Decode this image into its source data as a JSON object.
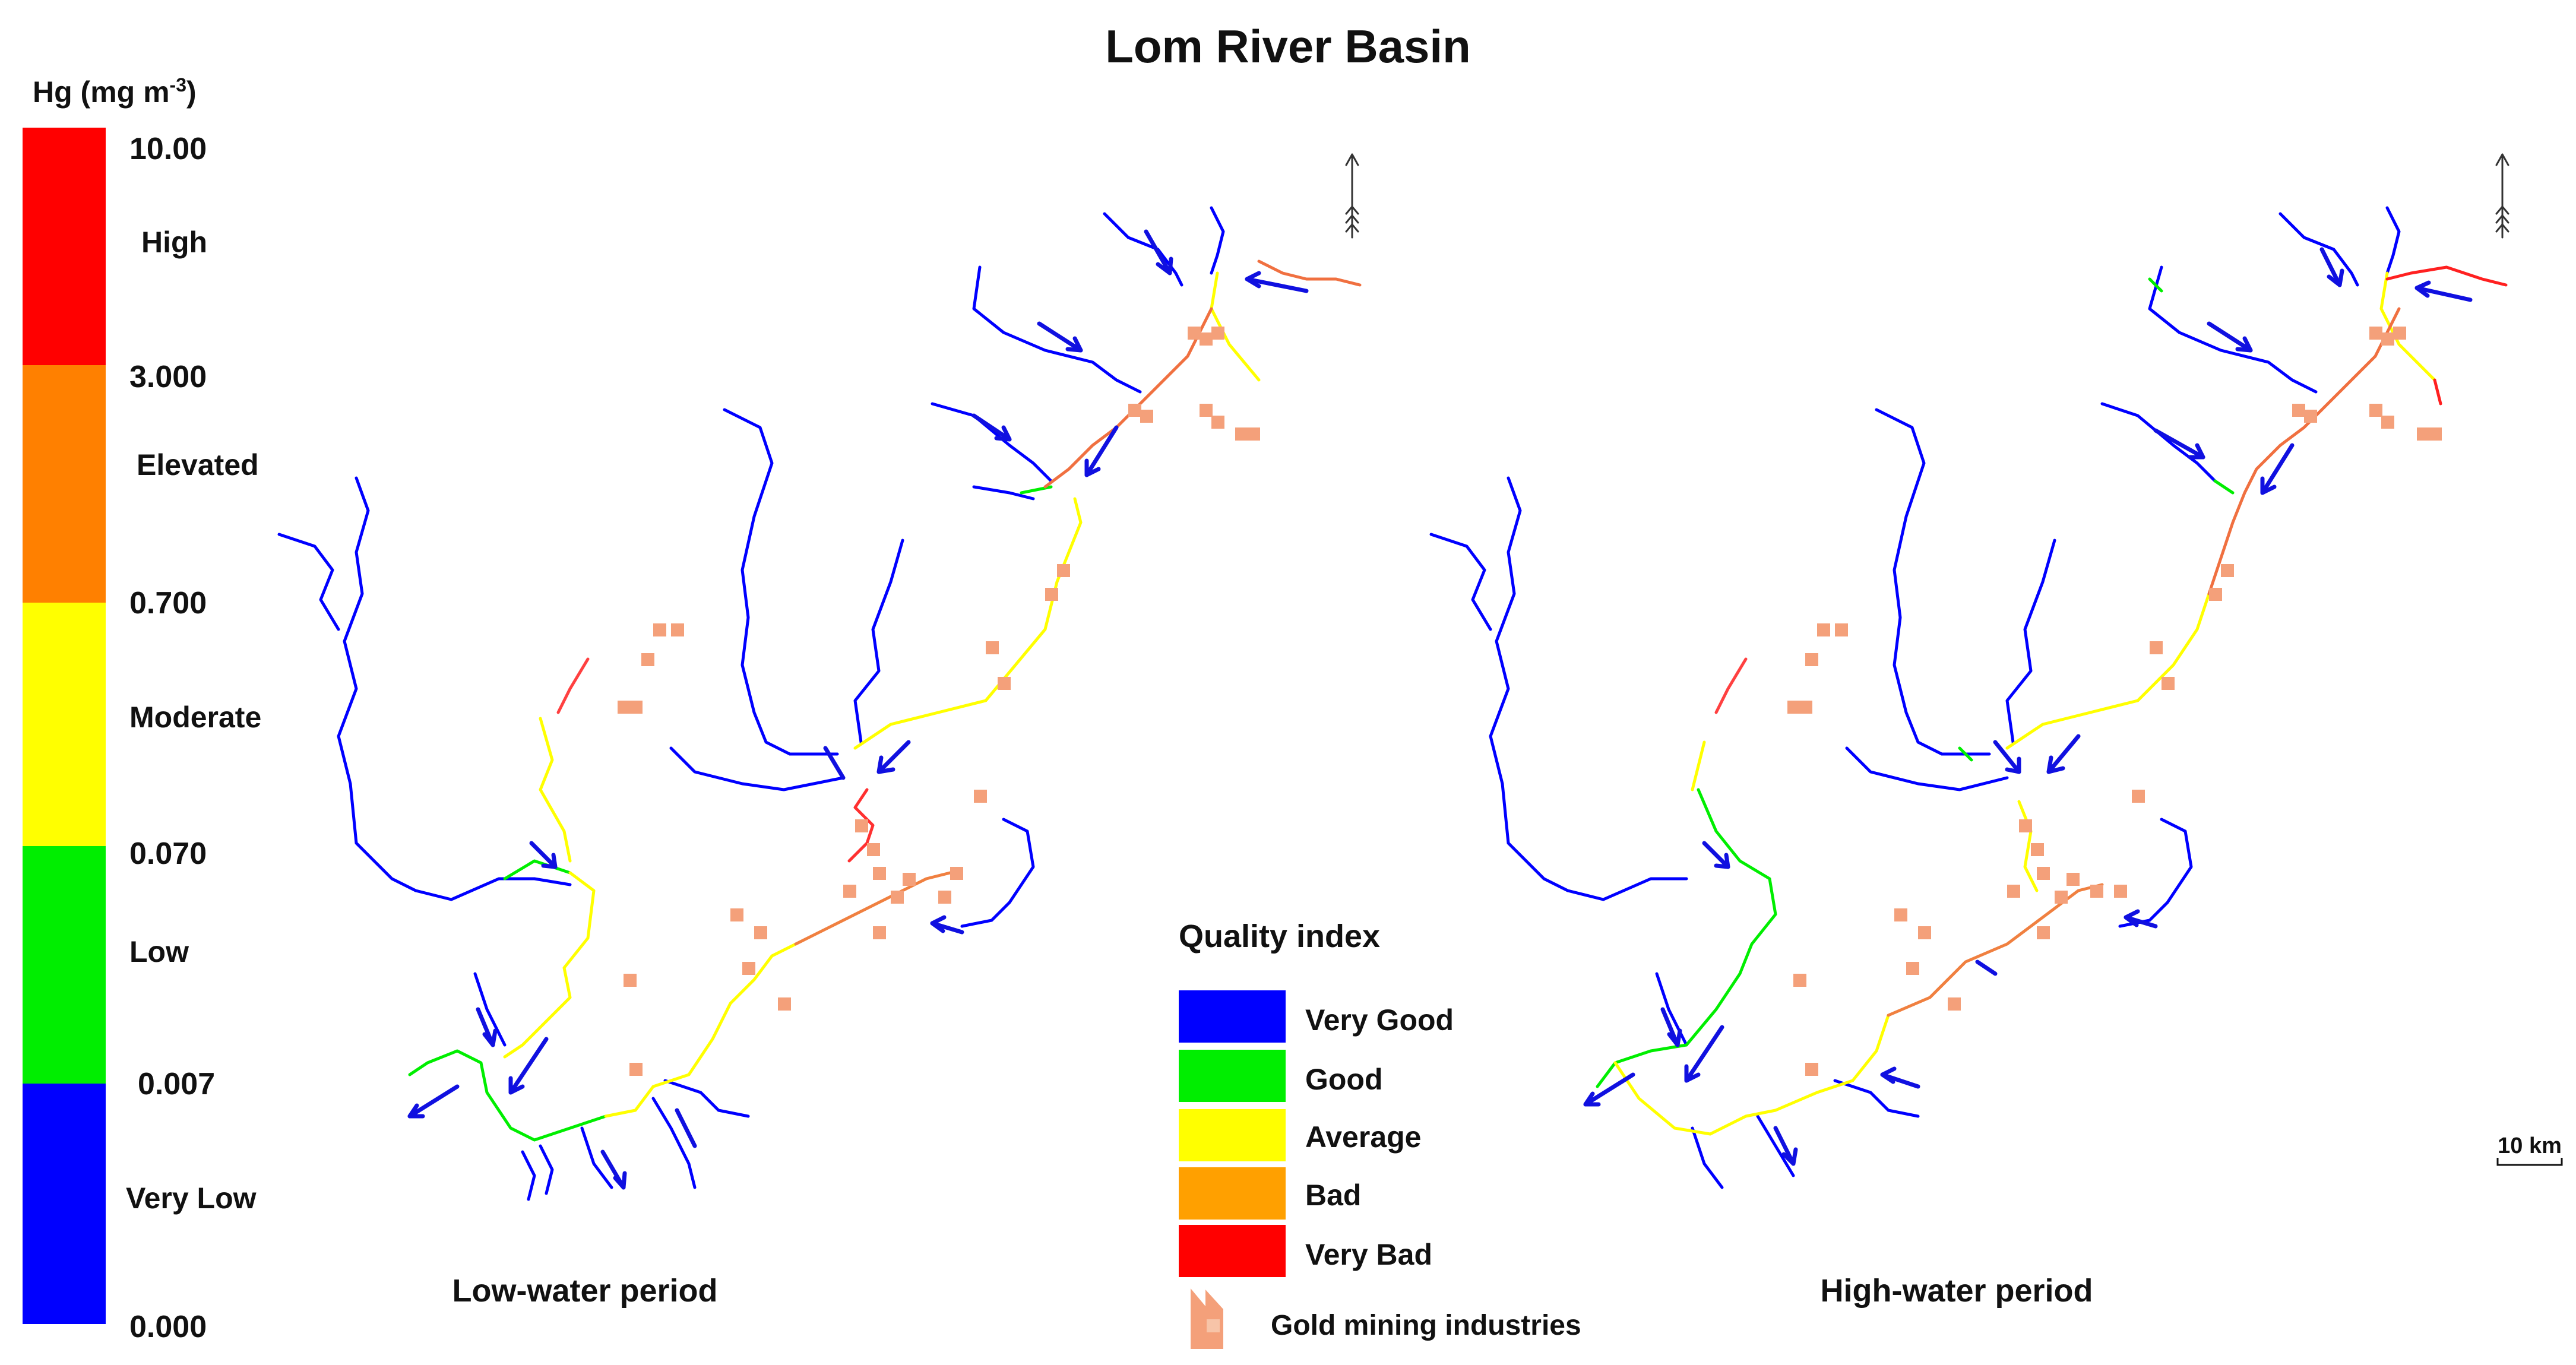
{
  "title": "Lom River Basin",
  "hg_scale": {
    "unit_prefix": "Hg (mg m",
    "unit_exp": "-3",
    "unit_suffix": ")",
    "bands": [
      {
        "name": "High",
        "color": "#ff0000"
      },
      {
        "name": "Elevated",
        "color": "#ff8000"
      },
      {
        "name": "Moderate",
        "color": "#ffff00"
      },
      {
        "name": "Low",
        "color": "#00ee00"
      },
      {
        "name": "Very Low",
        "color": "#0000ff"
      }
    ],
    "thresholds": [
      {
        "value": "10.00",
        "color": "#ee0000"
      },
      {
        "value": "3.000",
        "color": "#f0b400"
      },
      {
        "value": "0.700",
        "color": "#f0e000"
      },
      {
        "value": "0.070",
        "color": "#00aa44"
      },
      {
        "value": "0.007",
        "color": "#0000cc"
      },
      {
        "value": "0.000",
        "color": "#111111"
      }
    ]
  },
  "legend": {
    "title": "Quality index",
    "items": [
      {
        "label": "Very Good",
        "color": "#0000ff"
      },
      {
        "label": "Good",
        "color": "#00ee00"
      },
      {
        "label": "Average",
        "color": "#ffff00"
      },
      {
        "label": "Bad",
        "color": "#ffa000"
      },
      {
        "label": "Very Bad",
        "color": "#ff0000"
      }
    ],
    "mining_label": "Gold mining industries",
    "mining_color": "#f4a07a"
  },
  "panels": [
    {
      "label": "Low-water period"
    },
    {
      "label": "High-water period"
    }
  ],
  "scale_bar": {
    "label": "10 km"
  }
}
